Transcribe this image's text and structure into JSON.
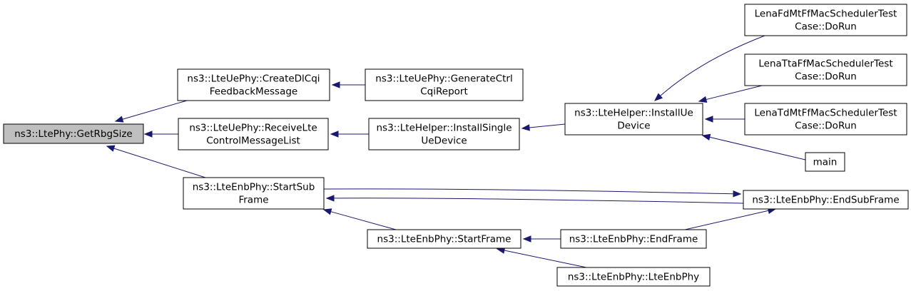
{
  "colors": {
    "edge": "#191970",
    "root_fill": "#bfbfbf",
    "node_fill": "#ffffff",
    "node_border": "#000000"
  },
  "nodes": [
    {
      "id": "getrbgsize",
      "lines": [
        "ns3::LtePhy::GetRbgSize"
      ],
      "root": true
    },
    {
      "id": "createdlcqi",
      "lines": [
        "ns3::LteUePhy::CreateDlCqi",
        "FeedbackMessage"
      ]
    },
    {
      "id": "receivelte",
      "lines": [
        "ns3::LteUePhy::ReceiveLte",
        "ControlMessageList"
      ]
    },
    {
      "id": "startsubframe",
      "lines": [
        "ns3::LteEnbPhy::StartSub",
        "Frame"
      ]
    },
    {
      "id": "generatectrl",
      "lines": [
        "ns3::LteUePhy::GenerateCtrl",
        "CqiReport"
      ]
    },
    {
      "id": "installsingle",
      "lines": [
        "ns3::LteHelper::InstallSingle",
        "UeDevice"
      ]
    },
    {
      "id": "startframe",
      "lines": [
        "ns3::LteEnbPhy::StartFrame"
      ]
    },
    {
      "id": "installue",
      "lines": [
        "ns3::LteHelper::InstallUe",
        "Device"
      ]
    },
    {
      "id": "endframe",
      "lines": [
        "ns3::LteEnbPhy::EndFrame"
      ]
    },
    {
      "id": "lteenbphy",
      "lines": [
        "ns3::LteEnbPhy::LteEnbPhy"
      ]
    },
    {
      "id": "lenafdmt",
      "lines": [
        "LenaFdMtFfMacSchedulerTest",
        "Case::DoRun"
      ]
    },
    {
      "id": "lenatta",
      "lines": [
        "LenaTtaFfMacSchedulerTest",
        "Case::DoRun"
      ]
    },
    {
      "id": "lenatdmt",
      "lines": [
        "LenaTdMtFfMacSchedulerTest",
        "Case::DoRun"
      ]
    },
    {
      "id": "main",
      "lines": [
        "main"
      ]
    },
    {
      "id": "endsubframe",
      "lines": [
        "ns3::LteEnbPhy::EndSubFrame"
      ]
    }
  ],
  "edges": [
    {
      "from": "createdlcqi",
      "to": "getrbgsize"
    },
    {
      "from": "receivelte",
      "to": "getrbgsize"
    },
    {
      "from": "startsubframe",
      "to": "getrbgsize"
    },
    {
      "from": "generatectrl",
      "to": "createdlcqi"
    },
    {
      "from": "installsingle",
      "to": "receivelte"
    },
    {
      "from": "installue",
      "to": "installsingle"
    },
    {
      "from": "lenafdmt",
      "to": "installue"
    },
    {
      "from": "lenatta",
      "to": "installue"
    },
    {
      "from": "lenatdmt",
      "to": "installue"
    },
    {
      "from": "main",
      "to": "installue"
    },
    {
      "from": "endsubframe",
      "to": "startsubframe"
    },
    {
      "from": "startsubframe",
      "to": "endsubframe"
    },
    {
      "from": "startframe",
      "to": "startsubframe"
    },
    {
      "from": "endframe",
      "to": "startframe"
    },
    {
      "from": "lteenbphy",
      "to": "startframe"
    },
    {
      "from": "endframe",
      "to": "endsubframe"
    }
  ]
}
